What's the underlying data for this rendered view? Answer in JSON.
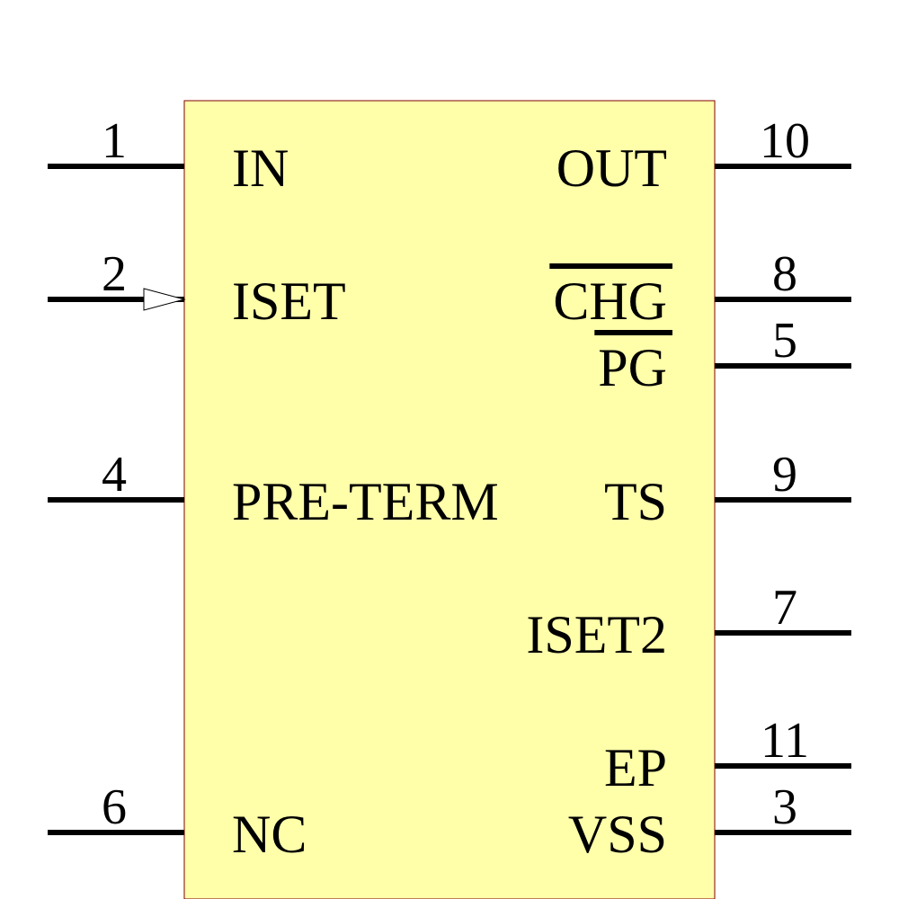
{
  "colors": {
    "body_fill": "#ffffaa",
    "body_stroke": "#800000",
    "line": "#000000"
  },
  "left_pins": [
    {
      "number": "1",
      "label": "IN",
      "overbar": false,
      "clock": false
    },
    {
      "number": "2",
      "label": "ISET",
      "overbar": false,
      "clock": true
    },
    {
      "number": "4",
      "label": "PRE-TERM",
      "overbar": false,
      "clock": false
    },
    {
      "number": "6",
      "label": "NC",
      "overbar": false,
      "clock": false
    }
  ],
  "right_pins": [
    {
      "number": "10",
      "label": "OUT",
      "overbar": false
    },
    {
      "number": "8",
      "label": "CHG",
      "overbar": true
    },
    {
      "number": "5",
      "label": "PG",
      "overbar": true
    },
    {
      "number": "9",
      "label": "TS",
      "overbar": false
    },
    {
      "number": "7",
      "label": "ISET2",
      "overbar": false
    },
    {
      "number": "11",
      "label": "EP",
      "overbar": false
    },
    {
      "number": "3",
      "label": "VSS",
      "overbar": false
    }
  ]
}
